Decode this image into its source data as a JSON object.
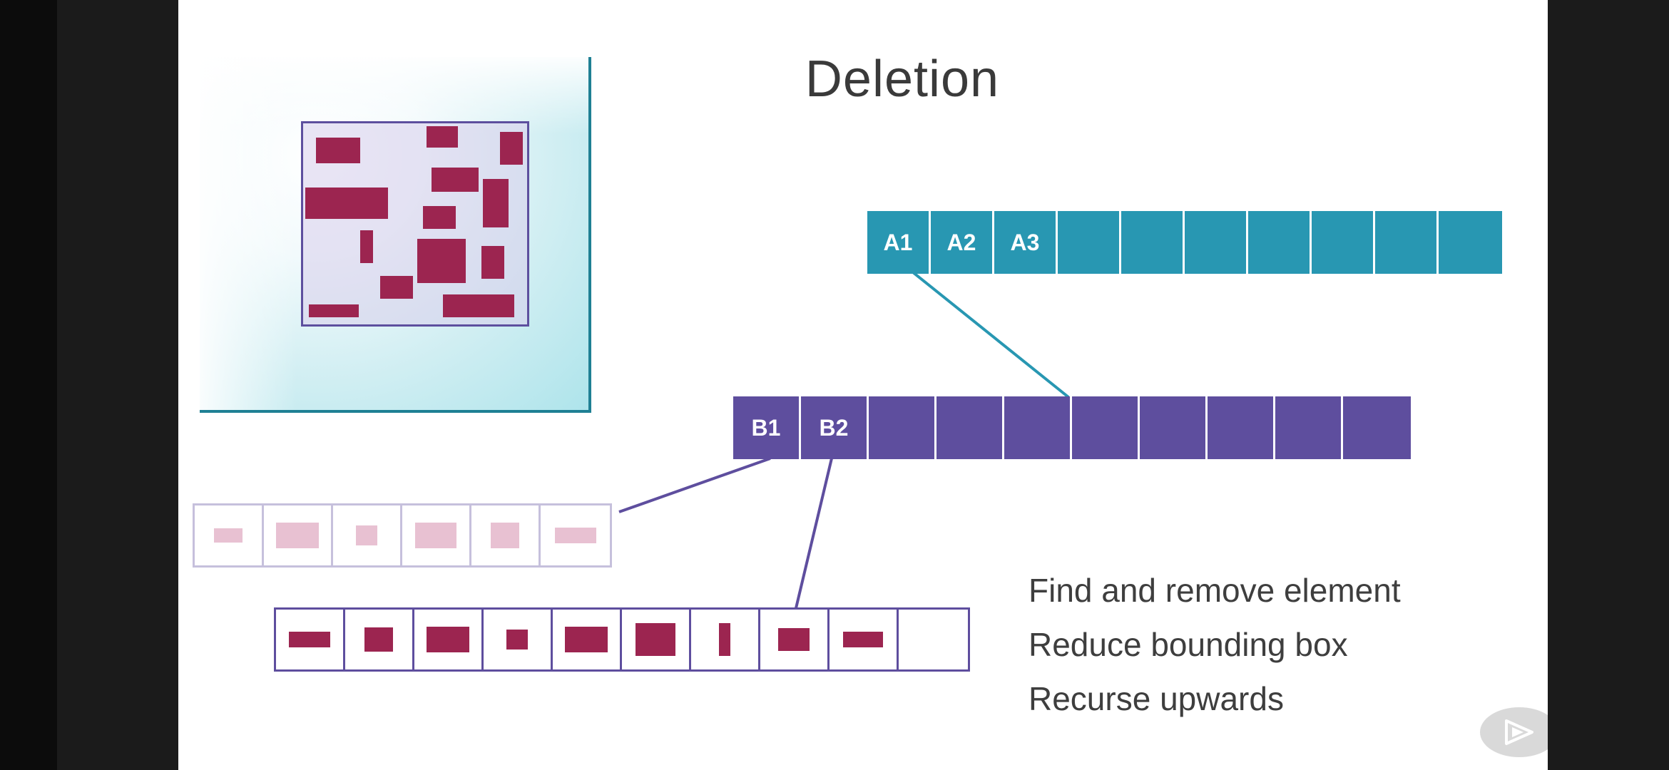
{
  "slide": {
    "title": "Deletion",
    "top_node_labels": [
      "A1",
      "A2",
      "A3",
      "",
      "",
      "",
      "",
      "",
      "",
      ""
    ],
    "mid_node_labels": [
      "B1",
      "B2",
      "",
      "",
      "",
      "",
      "",
      "",
      "",
      ""
    ],
    "bullets": [
      "Find and remove element",
      "Reduce bounding box",
      "Recurse upwards"
    ]
  },
  "colors": {
    "teal": "#2897b2",
    "purple": "#5e4e9e",
    "crimson": "#9c2550"
  },
  "icons": {
    "player": "play-logo-icon"
  }
}
